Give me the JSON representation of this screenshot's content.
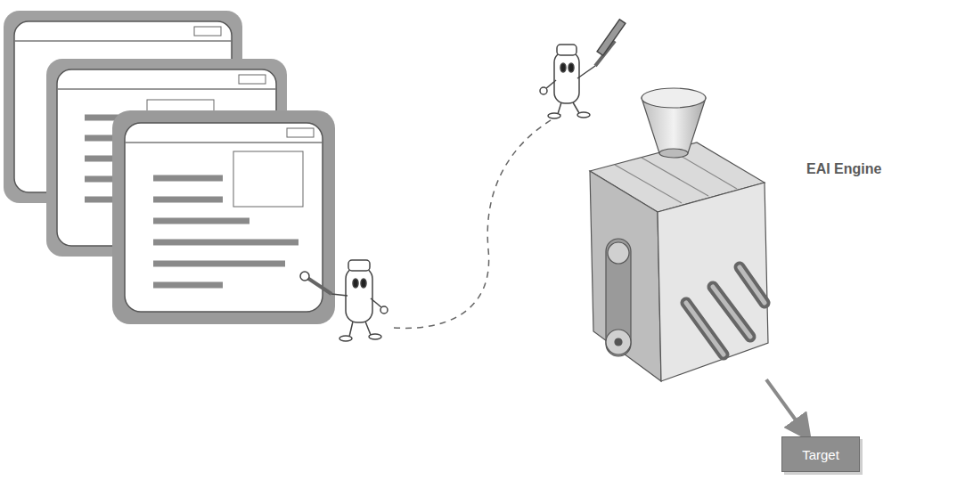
{
  "diagram": {
    "nodes": [
      {
        "text": [
          "EAI Engine"
        ]
      },
      {
        "text": [
          "Target"
        ]
      }
    ],
    "edges": [
      {
        "from": 0,
        "to": 1,
        "arrow": "to"
      }
    ]
  }
}
